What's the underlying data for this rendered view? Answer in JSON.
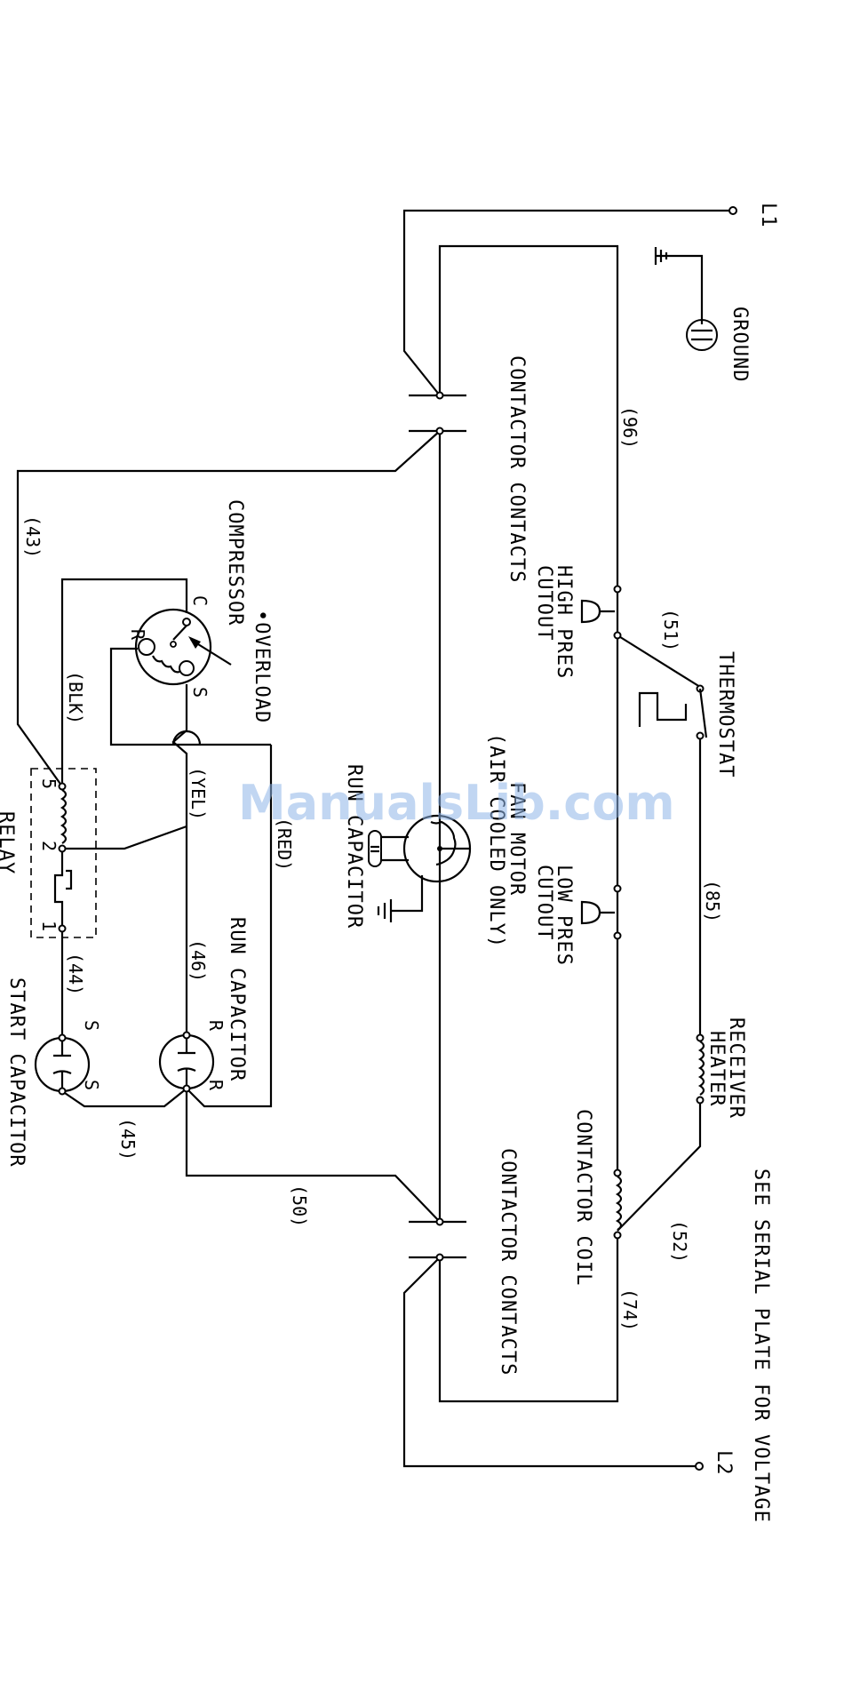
{
  "labels": {
    "l1": "L1",
    "l2": "L2",
    "ground": "GROUND",
    "contactor_contacts": "CONTACTOR CONTACTS",
    "high_pres": "HIGH PRES",
    "cutout": "CUTOUT",
    "low_pres": "LOW PRES",
    "thermostat": "THERMOSTAT",
    "receiver_heater_1": "RECEIVER",
    "receiver_heater_2": "HEATER",
    "contactor_coil": "CONTACTOR COIL",
    "see_serial": "SEE SERIAL PLATE FOR VOLTAGE",
    "fan_motor": "FAN MOTOR",
    "air_cooled": "(AIR COOLED ONLY)",
    "run_capacitor": "RUN CAPACITOR",
    "compressor": "COMPRESSOR",
    "overload": "•OVERLOAD",
    "relay": "RELAY",
    "start_capacitor": "START CAPACITOR",
    "term_c": "C",
    "term_r": "R",
    "term_s": "S",
    "relay_5": "5",
    "relay_2": "2",
    "relay_1": "1"
  },
  "wires": {
    "w96": "(96)",
    "w51": "(51)",
    "w85": "(85)",
    "w52": "(52)",
    "w74": "(74)",
    "w43": "(43)",
    "w44": "(44)",
    "w45": "(45)",
    "w46": "(46)",
    "w50": "(50)",
    "blk": "(BLK)",
    "yel": "(YEL)",
    "red": "(RED)"
  },
  "watermark": "ManualsLib.com"
}
